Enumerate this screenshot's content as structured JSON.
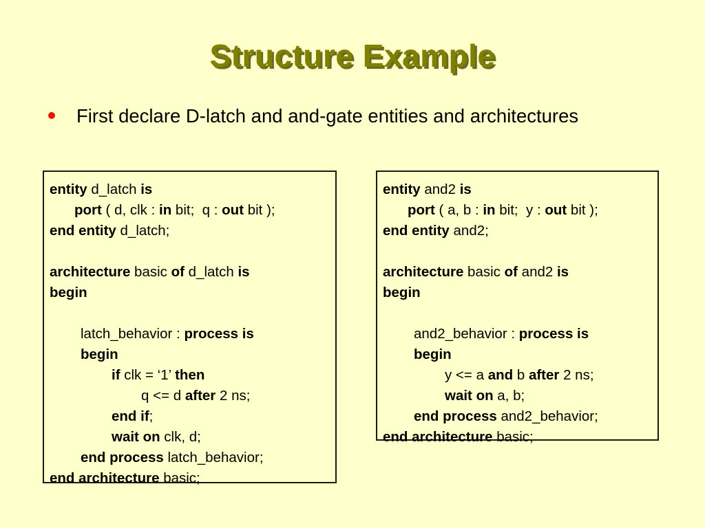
{
  "slide": {
    "title": "Structure Example",
    "background_color": "#ffffcc",
    "title_color": "#808000",
    "title_shadow_color": "#6b6b1e"
  },
  "bullet": {
    "marker_color": "#e01b00",
    "text": "First declare D-latch and and-gate entities and architectures"
  },
  "code_boxes": [
    {
      "id": "left",
      "border_color": "#1a1a0d",
      "lines": [
        {
          "indent": 0,
          "parts": [
            {
              "t": "entity",
              "b": true
            },
            {
              "t": " d_latch ",
              "b": false
            },
            {
              "t": "is",
              "b": true
            }
          ]
        },
        {
          "indent": 1,
          "parts": [
            {
              "t": "port",
              "b": true
            },
            {
              "t": " ( d, clk : ",
              "b": false
            },
            {
              "t": "in",
              "b": true
            },
            {
              "t": " bit;  q : ",
              "b": false
            },
            {
              "t": "out",
              "b": true
            },
            {
              "t": " bit );",
              "b": false
            }
          ]
        },
        {
          "indent": 0,
          "parts": [
            {
              "t": "end entity",
              "b": true
            },
            {
              "t": " d_latch;",
              "b": false
            }
          ]
        },
        {
          "indent": 0,
          "parts": []
        },
        {
          "indent": 0,
          "parts": [
            {
              "t": "architecture",
              "b": true
            },
            {
              "t": " basic ",
              "b": false
            },
            {
              "t": "of",
              "b": true
            },
            {
              "t": " d_latch ",
              "b": false
            },
            {
              "t": "is",
              "b": true
            }
          ]
        },
        {
          "indent": 0,
          "parts": [
            {
              "t": "begin",
              "b": true
            }
          ]
        },
        {
          "indent": 0,
          "parts": []
        },
        {
          "indent": 2,
          "parts": [
            {
              "t": "latch_behavior : ",
              "b": false
            },
            {
              "t": "process is",
              "b": true
            }
          ]
        },
        {
          "indent": 2,
          "parts": [
            {
              "t": "begin",
              "b": true
            }
          ]
        },
        {
          "indent": 3,
          "parts": [
            {
              "t": "if",
              "b": true
            },
            {
              "t": " clk = ‘1’ ",
              "b": false
            },
            {
              "t": "then",
              "b": true
            }
          ]
        },
        {
          "indent": 4,
          "parts": [
            {
              "t": "q <= d ",
              "b": false
            },
            {
              "t": "after",
              "b": true
            },
            {
              "t": " 2 ns;",
              "b": false
            }
          ]
        },
        {
          "indent": 3,
          "parts": [
            {
              "t": "end if",
              "b": true
            },
            {
              "t": ";",
              "b": false
            }
          ]
        },
        {
          "indent": 3,
          "parts": [
            {
              "t": "wait on",
              "b": true
            },
            {
              "t": " clk, d;",
              "b": false
            }
          ]
        },
        {
          "indent": 2,
          "parts": [
            {
              "t": "end process",
              "b": true
            },
            {
              "t": " latch_behavior;",
              "b": false
            }
          ]
        },
        {
          "indent": 0,
          "parts": [
            {
              "t": "end architecture",
              "b": true
            },
            {
              "t": " basic;",
              "b": false
            }
          ]
        }
      ]
    },
    {
      "id": "right",
      "border_color": "#1a1a0d",
      "lines": [
        {
          "indent": 0,
          "parts": [
            {
              "t": "entity",
              "b": true
            },
            {
              "t": " and2 ",
              "b": false
            },
            {
              "t": "is",
              "b": true
            }
          ]
        },
        {
          "indent": 1,
          "parts": [
            {
              "t": "port",
              "b": true
            },
            {
              "t": " ( a, b : ",
              "b": false
            },
            {
              "t": "in",
              "b": true
            },
            {
              "t": " bit;  y : ",
              "b": false
            },
            {
              "t": "out",
              "b": true
            },
            {
              "t": " bit );",
              "b": false
            }
          ]
        },
        {
          "indent": 0,
          "parts": [
            {
              "t": "end entity",
              "b": true
            },
            {
              "t": " and2;",
              "b": false
            }
          ]
        },
        {
          "indent": 0,
          "parts": []
        },
        {
          "indent": 0,
          "parts": [
            {
              "t": "architecture",
              "b": true
            },
            {
              "t": " basic ",
              "b": false
            },
            {
              "t": "of",
              "b": true
            },
            {
              "t": " and2 ",
              "b": false
            },
            {
              "t": "is",
              "b": true
            }
          ]
        },
        {
          "indent": 0,
          "parts": [
            {
              "t": "begin",
              "b": true
            }
          ]
        },
        {
          "indent": 0,
          "parts": []
        },
        {
          "indent": 2,
          "parts": [
            {
              "t": "and2_behavior : ",
              "b": false
            },
            {
              "t": "process is",
              "b": true
            }
          ]
        },
        {
          "indent": 2,
          "parts": [
            {
              "t": "begin",
              "b": true
            }
          ]
        },
        {
          "indent": 3,
          "parts": [
            {
              "t": "y <= a ",
              "b": false
            },
            {
              "t": "and",
              "b": true
            },
            {
              "t": " b ",
              "b": false
            },
            {
              "t": "after",
              "b": true
            },
            {
              "t": " 2 ns;",
              "b": false
            }
          ]
        },
        {
          "indent": 3,
          "parts": [
            {
              "t": "wait on",
              "b": true
            },
            {
              "t": " a, b;",
              "b": false
            }
          ]
        },
        {
          "indent": 2,
          "parts": [
            {
              "t": "end process",
              "b": true
            },
            {
              "t": " and2_behavior;",
              "b": false
            }
          ]
        },
        {
          "indent": 0,
          "parts": [
            {
              "t": "end architecture",
              "b": true
            },
            {
              "t": " basic;",
              "b": false
            }
          ]
        }
      ]
    }
  ]
}
